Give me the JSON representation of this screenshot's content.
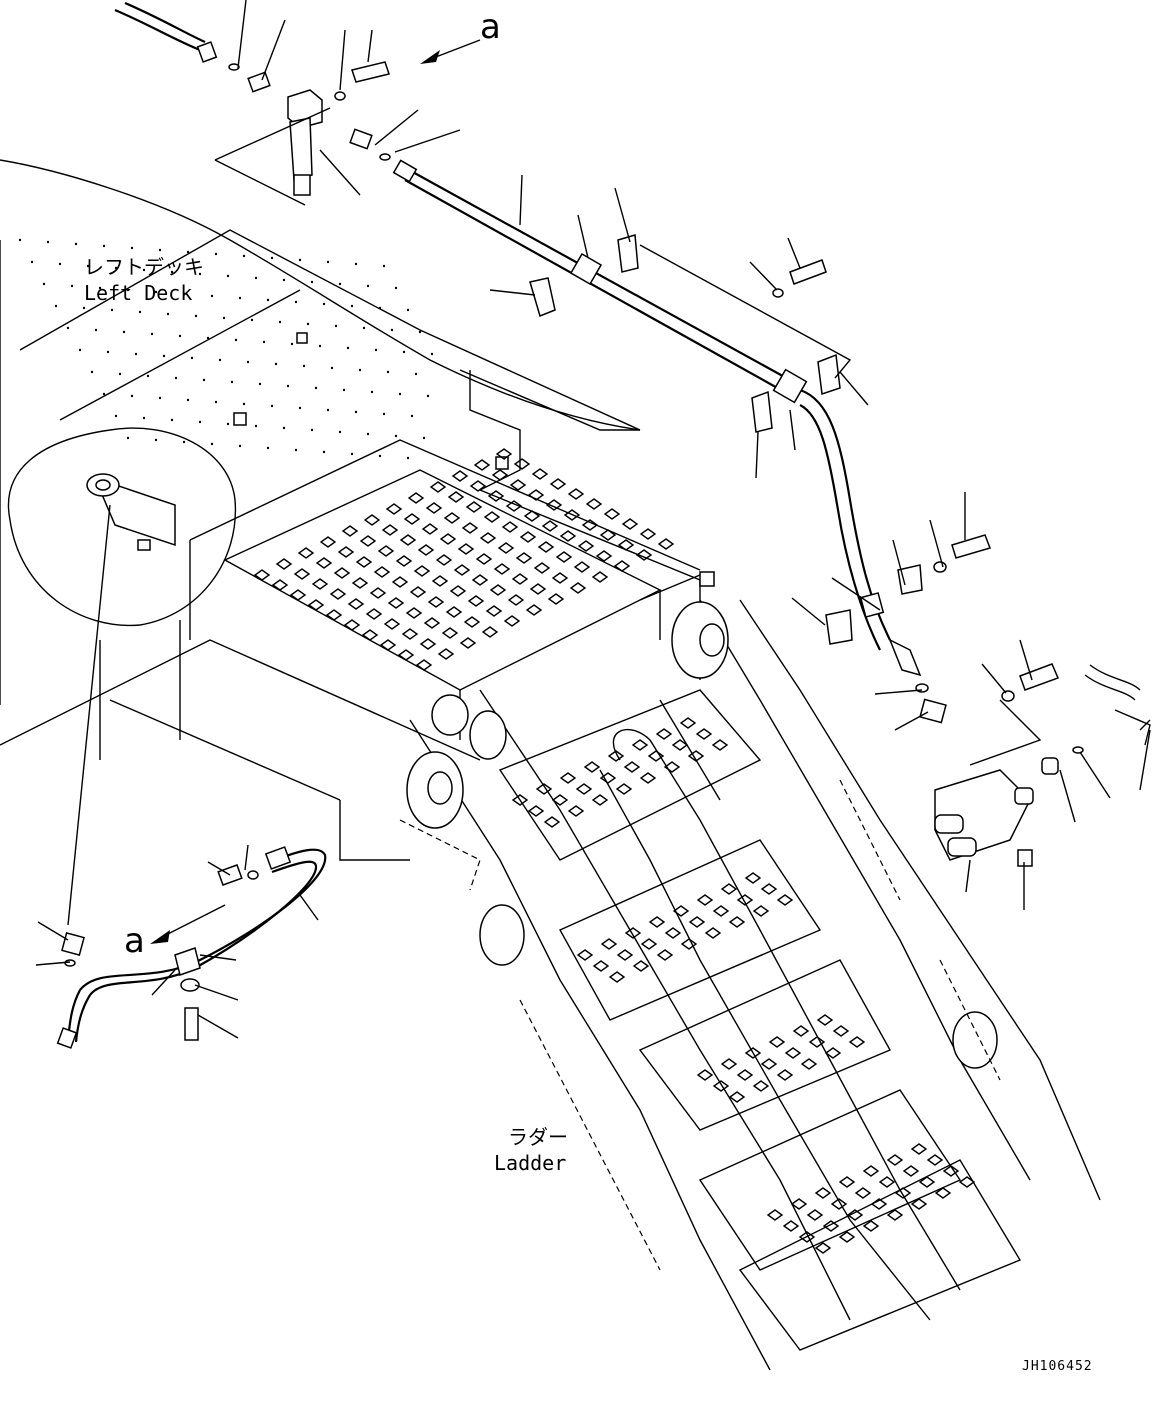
{
  "labels": {
    "left_deck_jp": "レフトデッキ",
    "left_deck_en": "Left Deck",
    "ladder_jp": "ラダー",
    "ladder_en": "Ladder",
    "callout_top": "a",
    "callout_bottom": "a",
    "doc_id": "JH106452"
  },
  "icons": [
    "grease-fitting-icon",
    "bolt-icon",
    "washer-icon",
    "clamp-icon",
    "pipe-icon",
    "hose-icon",
    "distribution-block-icon",
    "o-ring-icon"
  ]
}
